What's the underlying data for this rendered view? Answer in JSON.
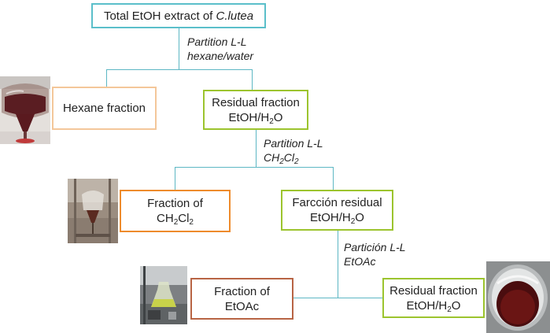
{
  "colors": {
    "connector": "#5db7c4",
    "teal": "#5bbfca",
    "peach": "#f4c79a",
    "green": "#9cc42e",
    "orange": "#ee8b2c",
    "brown": "#b86444"
  },
  "nodes": {
    "total": {
      "text": "Total EtOH extract of ",
      "species": "C.lutea"
    },
    "hexane": {
      "text": "Hexane fraction"
    },
    "residual1": {
      "line1": "Residual fraction",
      "line2_prefix": "EtOH/H",
      "line2_sub": "2",
      "line2_suffix": "O"
    },
    "ch2cl2": {
      "line1": "Fraction of",
      "f1": "CH",
      "s1": "2",
      "f2": "Cl",
      "s2": "2"
    },
    "farccion": {
      "line1": "Farcción residual",
      "line2_prefix": "EtOH/H",
      "line2_sub": "2",
      "line2_suffix": "O"
    },
    "etoac": {
      "line1": "Fraction of",
      "line2": "EtOAc"
    },
    "residual2": {
      "line1": "Residual fraction",
      "line2_prefix": "EtOH/H",
      "line2_sub": "2",
      "line2_suffix": "O"
    }
  },
  "edges": {
    "partition1": {
      "line1": "Partition L-L",
      "line2": "hexane/water"
    },
    "partition2": {
      "line1": "Partition L-L",
      "f1": "CH",
      "s1": "2",
      "f2": "Cl",
      "s2": "2"
    },
    "partition3": {
      "line1": "Partición L-L",
      "line2": "EtOAc"
    }
  },
  "photos": [
    "separatory-funnel-dark-extract",
    "separatory-funnel-lab-bench",
    "flask-lab-bench",
    "beaker-dark-residue"
  ]
}
